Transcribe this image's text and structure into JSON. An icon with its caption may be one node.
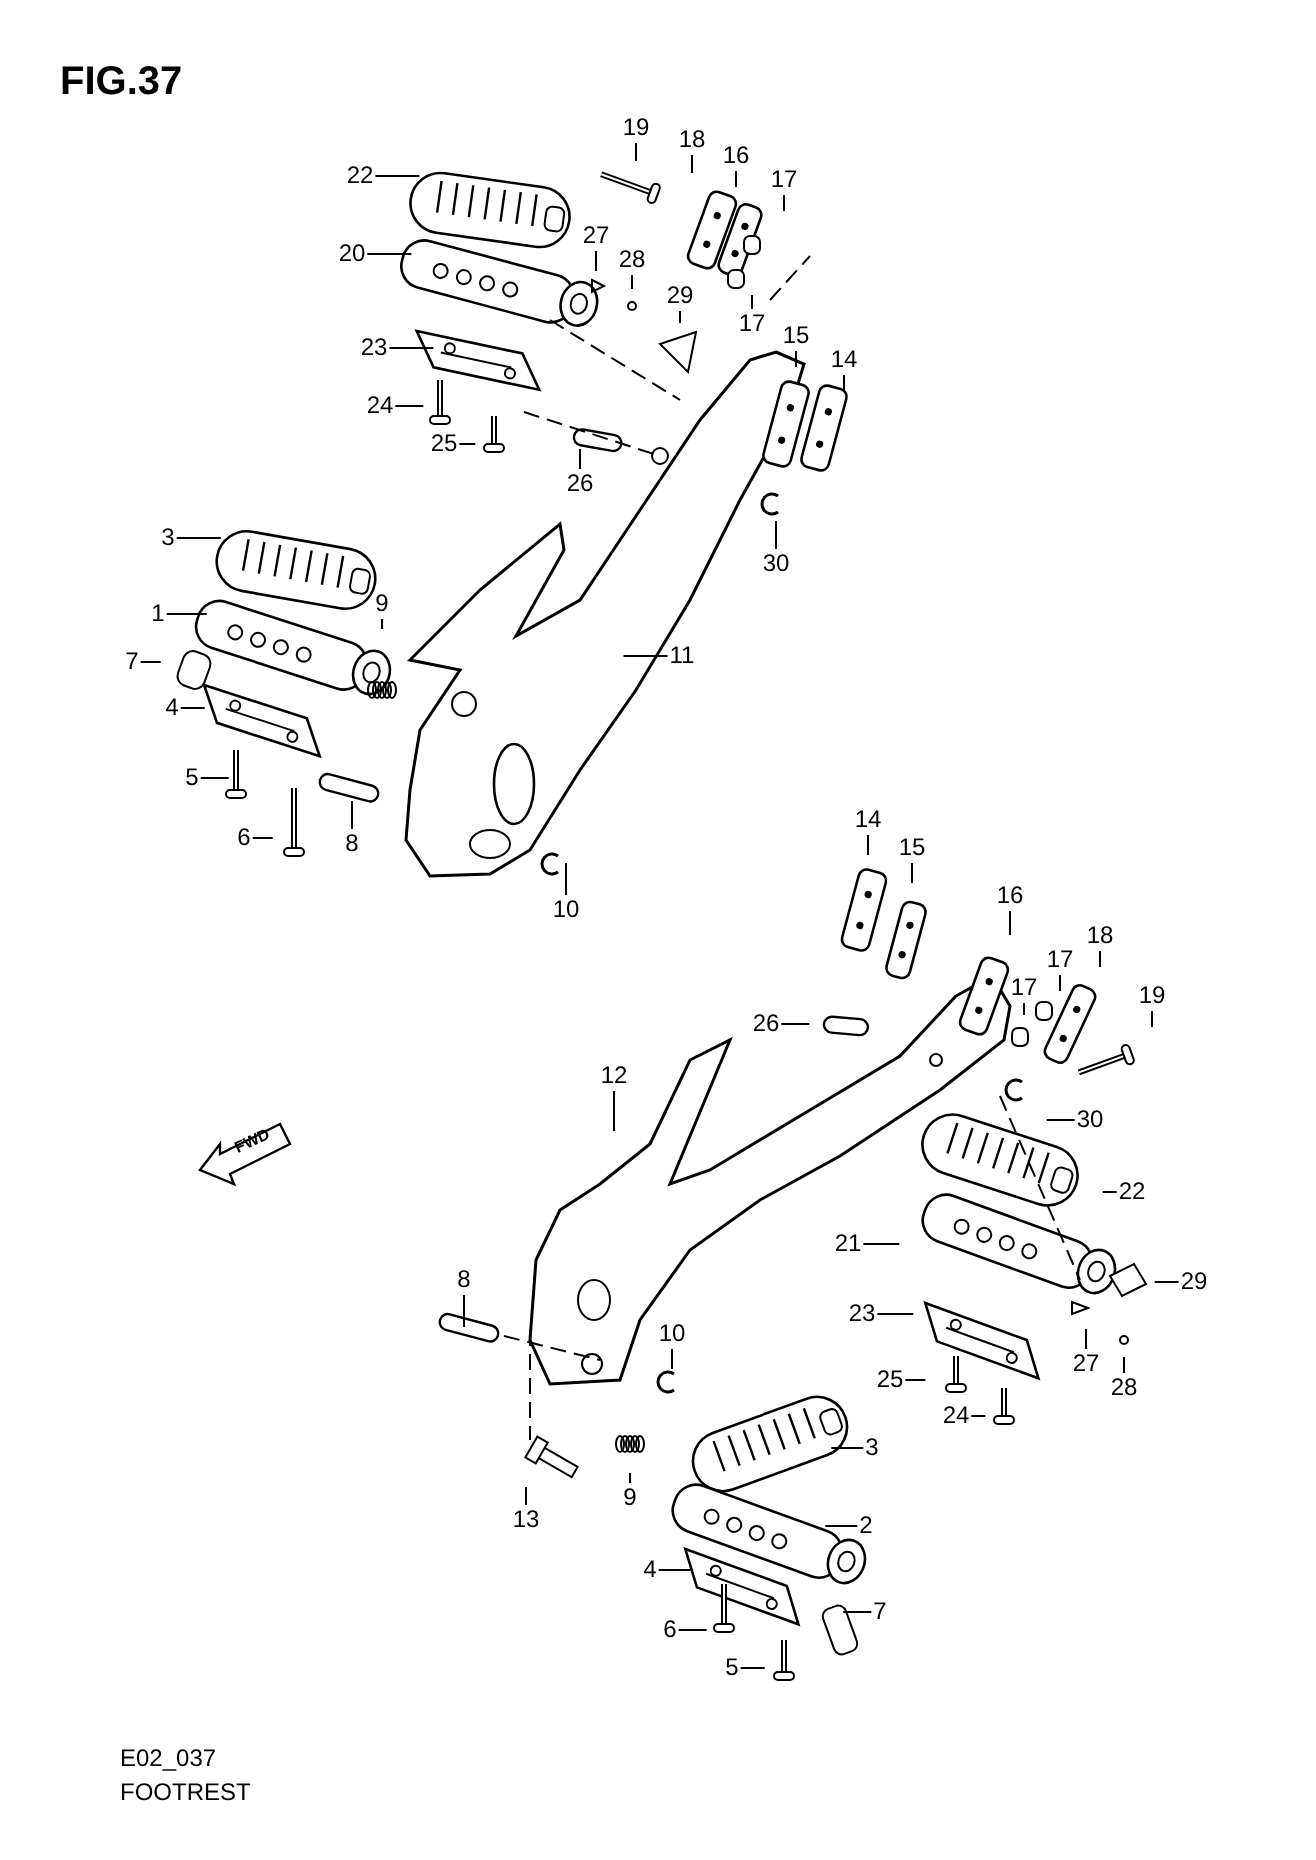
{
  "diagram": {
    "title": "FIG.37",
    "nodes": [
      {
        "text": [
          "22"
        ]
      },
      {
        "text": [
          "20"
        ]
      },
      {
        "text": [
          "19"
        ]
      },
      {
        "text": [
          "18"
        ]
      },
      {
        "text": [
          "16"
        ]
      },
      {
        "text": [
          "17"
        ]
      },
      {
        "text": [
          "27"
        ]
      },
      {
        "text": [
          "28"
        ]
      },
      {
        "text": [
          "29"
        ]
      },
      {
        "text": [
          "17"
        ]
      },
      {
        "text": [
          "23"
        ]
      },
      {
        "text": [
          "15"
        ]
      },
      {
        "text": [
          "14"
        ]
      },
      {
        "text": [
          "24"
        ]
      },
      {
        "text": [
          "25"
        ]
      },
      {
        "text": [
          "26"
        ]
      },
      {
        "text": [
          "30"
        ]
      },
      {
        "text": [
          "3"
        ]
      },
      {
        "text": [
          "1"
        ]
      },
      {
        "text": [
          "7"
        ]
      },
      {
        "text": [
          "9"
        ]
      },
      {
        "text": [
          "11"
        ]
      },
      {
        "text": [
          "4"
        ]
      },
      {
        "text": [
          "5"
        ]
      },
      {
        "text": [
          "6"
        ]
      },
      {
        "text": [
          "8"
        ]
      },
      {
        "text": [
          "10"
        ]
      },
      {
        "text": [
          "14"
        ]
      },
      {
        "text": [
          "15"
        ]
      },
      {
        "text": [
          "16"
        ]
      },
      {
        "text": [
          "18"
        ]
      },
      {
        "text": [
          "17"
        ]
      },
      {
        "text": [
          "17"
        ]
      },
      {
        "text": [
          "19"
        ]
      },
      {
        "text": [
          "26"
        ]
      },
      {
        "text": [
          "12"
        ]
      },
      {
        "text": [
          "30"
        ]
      },
      {
        "text": [
          "22"
        ]
      },
      {
        "text": [
          "21"
        ]
      },
      {
        "text": [
          "29"
        ]
      },
      {
        "text": [
          "8"
        ]
      },
      {
        "text": [
          "23"
        ]
      },
      {
        "text": [
          "10"
        ]
      },
      {
        "text": [
          "27"
        ]
      },
      {
        "text": [
          "25"
        ]
      },
      {
        "text": [
          "28"
        ]
      },
      {
        "text": [
          "24"
        ]
      },
      {
        "text": [
          "3"
        ]
      },
      {
        "text": [
          "9"
        ]
      },
      {
        "text": [
          "13"
        ]
      },
      {
        "text": [
          "2"
        ]
      },
      {
        "text": [
          "4"
        ]
      },
      {
        "text": [
          "7"
        ]
      },
      {
        "text": [
          "6"
        ]
      },
      {
        "text": [
          "5"
        ]
      }
    ],
    "edges": [
      {
        "from": 0,
        "to": null,
        "arrow": "none"
      },
      {
        "from": 1,
        "to": null,
        "arrow": "none"
      },
      {
        "from": 2,
        "to": null,
        "arrow": "none"
      },
      {
        "from": 3,
        "to": null,
        "arrow": "none"
      },
      {
        "from": 4,
        "to": null,
        "arrow": "none"
      },
      {
        "from": 5,
        "to": null,
        "arrow": "none"
      },
      {
        "from": 6,
        "to": null,
        "arrow": "none"
      },
      {
        "from": 7,
        "to": null,
        "arrow": "none"
      },
      {
        "from": 8,
        "to": null,
        "arrow": "none"
      },
      {
        "from": 9,
        "to": null,
        "arrow": "none"
      },
      {
        "from": 10,
        "to": null,
        "arrow": "none"
      },
      {
        "from": 11,
        "to": null,
        "arrow": "none"
      },
      {
        "from": 12,
        "to": null,
        "arrow": "none"
      },
      {
        "from": 13,
        "to": null,
        "arrow": "none"
      },
      {
        "from": 14,
        "to": null,
        "arrow": "none"
      },
      {
        "from": 15,
        "to": null,
        "arrow": "none"
      },
      {
        "from": 16,
        "to": null,
        "arrow": "none"
      },
      {
        "from": 17,
        "to": null,
        "arrow": "none"
      },
      {
        "from": 18,
        "to": null,
        "arrow": "none"
      },
      {
        "from": 19,
        "to": null,
        "arrow": "none"
      },
      {
        "from": 20,
        "to": null,
        "arrow": "none"
      },
      {
        "from": 21,
        "to": null,
        "arrow": "none"
      },
      {
        "from": 22,
        "to": null,
        "arrow": "none"
      },
      {
        "from": 23,
        "to": null,
        "arrow": "none"
      },
      {
        "from": 24,
        "to": null,
        "arrow": "none"
      },
      {
        "from": 25,
        "to": null,
        "arrow": "none"
      },
      {
        "from": 26,
        "to": null,
        "arrow": "none"
      },
      {
        "from": 27,
        "to": null,
        "arrow": "none"
      },
      {
        "from": 28,
        "to": null,
        "arrow": "none"
      },
      {
        "from": 29,
        "to": null,
        "arrow": "none"
      },
      {
        "from": 30,
        "to": null,
        "arrow": "none"
      },
      {
        "from": 31,
        "to": null,
        "arrow": "none"
      },
      {
        "from": 32,
        "to": null,
        "arrow": "none"
      },
      {
        "from": 33,
        "to": null,
        "arrow": "none"
      },
      {
        "from": 34,
        "to": null,
        "arrow": "none"
      },
      {
        "from": 35,
        "to": null,
        "arrow": "none"
      },
      {
        "from": 36,
        "to": null,
        "arrow": "none"
      },
      {
        "from": 37,
        "to": null,
        "arrow": "none"
      },
      {
        "from": 38,
        "to": null,
        "arrow": "none"
      },
      {
        "from": 39,
        "to": null,
        "arrow": "none"
      },
      {
        "from": 40,
        "to": null,
        "arrow": "none"
      },
      {
        "from": 41,
        "to": null,
        "arrow": "none"
      },
      {
        "from": 42,
        "to": null,
        "arrow": "none"
      },
      {
        "from": 43,
        "to": null,
        "arrow": "none"
      },
      {
        "from": 44,
        "to": null,
        "arrow": "none"
      },
      {
        "from": 45,
        "to": null,
        "arrow": "none"
      },
      {
        "from": 46,
        "to": null,
        "arrow": "none"
      },
      {
        "from": 47,
        "to": null,
        "arrow": "none"
      },
      {
        "from": 48,
        "to": null,
        "arrow": "none"
      },
      {
        "from": 49,
        "to": null,
        "arrow": "none"
      },
      {
        "from": 50,
        "to": null,
        "arrow": "none"
      },
      {
        "from": 51,
        "to": null,
        "arrow": "none"
      },
      {
        "from": 52,
        "to": null,
        "arrow": "none"
      },
      {
        "from": 53,
        "to": null,
        "arrow": "none"
      },
      {
        "from": 54,
        "to": null,
        "arrow": "none"
      }
    ],
    "labels": [
      "FWD",
      "E02_037",
      "FOOTREST"
    ]
  }
}
